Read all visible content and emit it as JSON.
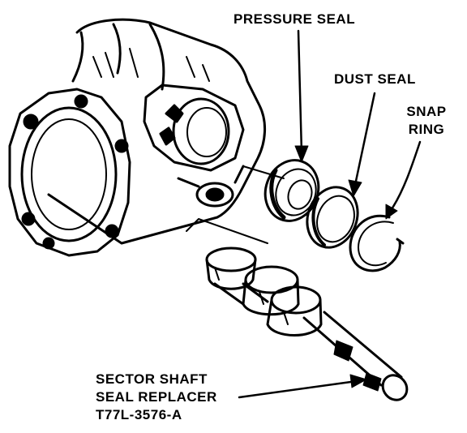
{
  "labels": {
    "pressure_seal": "PRESSURE SEAL",
    "dust_seal": "DUST SEAL",
    "snap_ring_line1": "SNAP",
    "snap_ring_line2": "RING",
    "tool_line1": "SECTOR SHAFT",
    "tool_line2": "SEAL REPLACER",
    "tool_line3": "T77L-3576-A"
  },
  "colors": {
    "ink": "#000000",
    "paper": "#ffffff"
  }
}
